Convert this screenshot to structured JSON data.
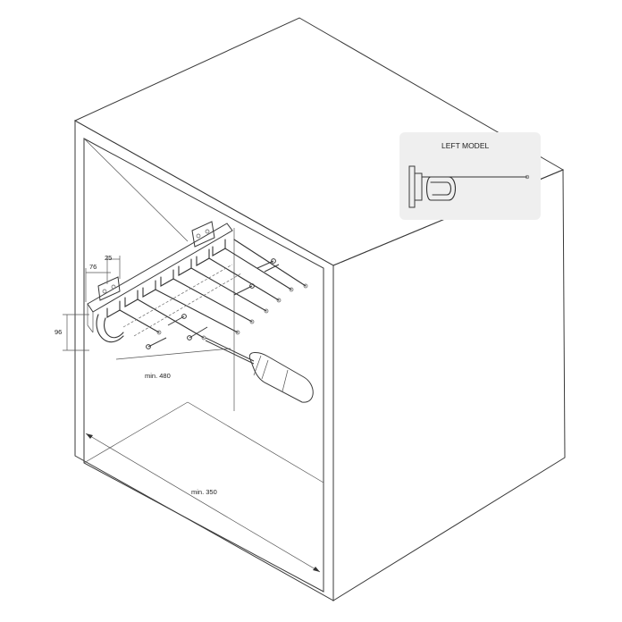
{
  "callout": {
    "title": "LEFT MODEL"
  },
  "dimensions": {
    "width_25": "25",
    "width_76": "76",
    "height_96": "96",
    "depth_min": "min. 480",
    "width_min": "min. 350"
  },
  "colors": {
    "line": "#3a3a3a",
    "callout_bg": "#efefef",
    "background": "#ffffff"
  }
}
